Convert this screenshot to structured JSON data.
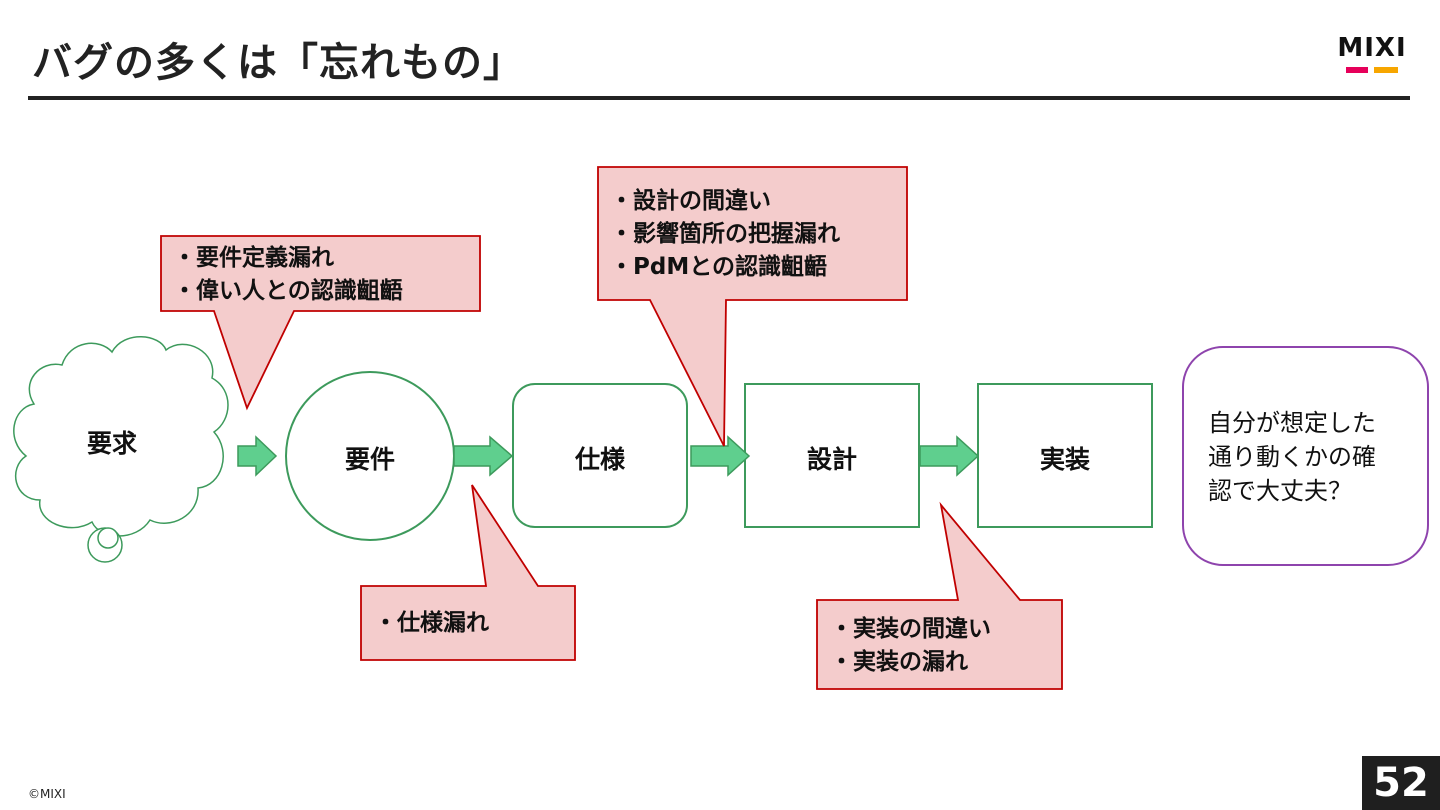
{
  "slide": {
    "title": "バグの多くは「忘れもの」",
    "page_number": "52",
    "copyright": "©MIXI"
  },
  "logo": {
    "text": "MIXI",
    "accent_colors": [
      "#e6005a",
      "#f7a600"
    ]
  },
  "flow": {
    "cloud_label": "要求",
    "circle_label": "要件",
    "spec_label": "仕様",
    "design_label": "設計",
    "impl_label": "実装"
  },
  "callouts": {
    "requirements": [
      "・要件定義漏れ",
      "・偉い人との認識齟齬"
    ],
    "spec": [
      "・仕様漏れ"
    ],
    "design": [
      "・設計の間違い",
      "・影響箇所の把握漏れ",
      "・PdMとの認識齟齬"
    ],
    "implementation": [
      "・実装の間違い",
      "・実装の漏れ"
    ]
  },
  "question": {
    "lines": [
      "自分が想定した",
      "通り動くかの確",
      "認で大丈夫？"
    ]
  },
  "colors": {
    "callout_fill": "#f4cccc",
    "callout_border": "#c00000",
    "flow_border": "#3d9a5c",
    "arrow_fill": "#5fcf8e",
    "question_border": "#8e44ad"
  }
}
